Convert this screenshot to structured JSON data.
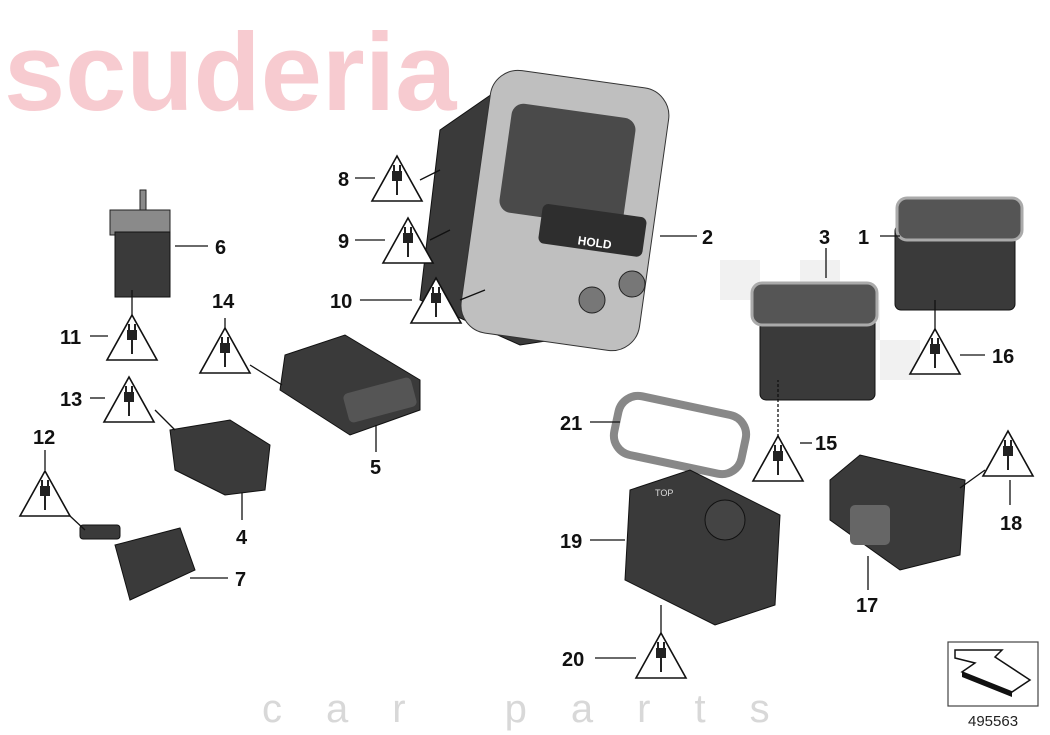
{
  "watermark": {
    "main": "scuderia",
    "sub": "car parts"
  },
  "callouts": {
    "c1": "1",
    "c2": "2",
    "c3": "3",
    "c4": "4",
    "c5": "5",
    "c6": "6",
    "c7": "7",
    "c8": "8",
    "c9": "9",
    "c10": "10",
    "c11": "11",
    "c12": "12",
    "c13": "13",
    "c14": "14",
    "c15": "15",
    "c16": "16",
    "c17": "17",
    "c18": "18",
    "c19": "19",
    "c20": "20",
    "c21": "21"
  },
  "part_labels": {
    "hold": "HOLD",
    "top": "TOP"
  },
  "diagram_ref": "495563",
  "icons": [
    "warning-plug-triangle-icon",
    "direction-arrow-icon"
  ]
}
